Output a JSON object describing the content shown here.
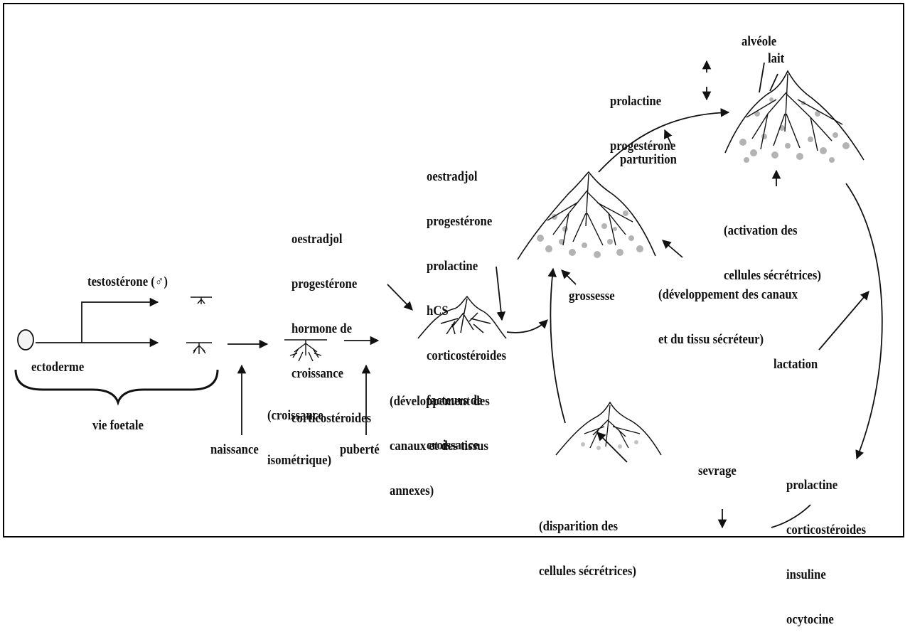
{
  "labels": {
    "testosterone": "testostérone (♂)",
    "ectoderme": "ectoderme",
    "vie_foetale": "vie foetale",
    "naissance": "naissance",
    "croissance_iso_1": "(croissance",
    "croissance_iso_2": "isométrique)",
    "puberte": "puberté",
    "hormones_puberte": [
      "oestradjol",
      "progestérone",
      "hormone de",
      "croissance",
      "corticostéroides"
    ],
    "hormones_grossesse": [
      "oestradjol",
      "progestérone",
      "prolactine",
      "hCS",
      "corticostéroides",
      "facteurs de",
      "croissance"
    ],
    "dev_canaux_annexes": [
      "(développement des",
      "canaux et des tissus",
      "annexes)"
    ],
    "grossesse": "grossesse",
    "dev_canaux_secreteur": [
      "(développement des canaux",
      "et du tissu sécréteur)"
    ],
    "parturition": "parturition",
    "prolactine_up": "prolactine",
    "progesterone_down": "progestérone",
    "alveole": "alvéole",
    "lait": "lait",
    "activation": [
      "(activation des",
      "cellules sécrétrices)"
    ],
    "lactation": "lactation",
    "hormones_lactation": [
      "prolactine",
      "corticostéroides",
      "insuline",
      "ocytocine"
    ],
    "sevrage": "sevrage",
    "disparition": [
      "(disparition des",
      "cellules sécrétrices)"
    ]
  },
  "colors": {
    "ink": "#111111",
    "border": "#000000",
    "stipple": "#9a9a9a"
  }
}
